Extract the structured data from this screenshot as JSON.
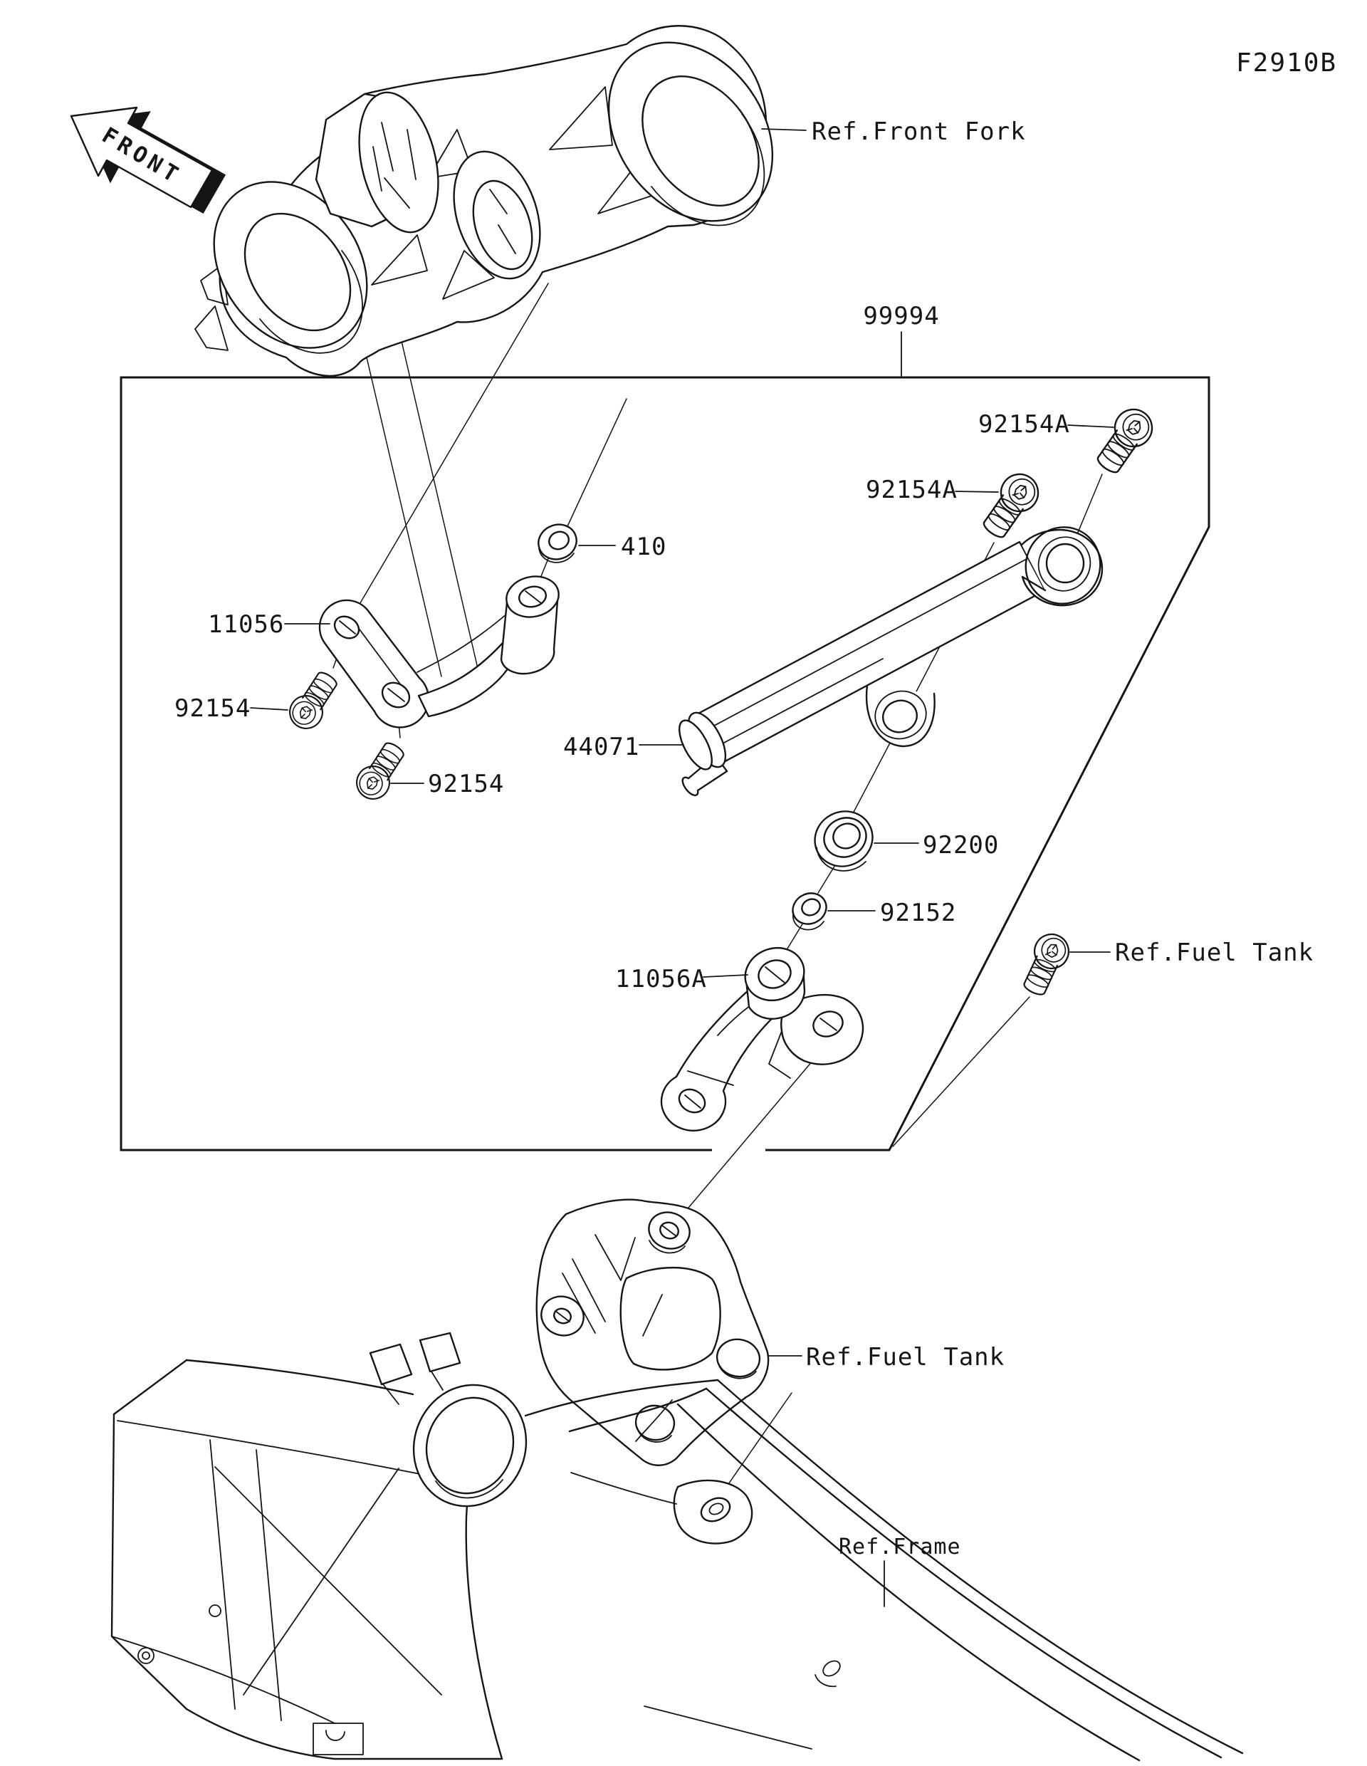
{
  "page": {
    "background": "#ffffff",
    "ink_color": "#151515"
  },
  "diagram": {
    "figure_code": "F2910B",
    "front_marker": "FRONT",
    "accessory_kit_number": "99994",
    "part_labels": {
      "upper_bracket": "11056",
      "lower_bracket": "11056A",
      "steering_damper": "44071",
      "washer_410": "410",
      "screw_left_upper": "92154",
      "screw_left_lower": "92154",
      "screw_right_upper": "92154A",
      "screw_right_lower": "92154A",
      "collar_92200": "92200",
      "washer_92152": "92152"
    },
    "reference_labels": {
      "front_fork": "Ref.Front Fork",
      "fuel_tank_bolt": "Ref.Fuel Tank",
      "fuel_tank_bracket": "Ref.Fuel Tank",
      "frame": "Ref.Frame"
    },
    "unique_part_numbers": [
      "410",
      "11056",
      "11056A",
      "44071",
      "92152",
      "92154",
      "92154A",
      "92200",
      "99994"
    ]
  }
}
